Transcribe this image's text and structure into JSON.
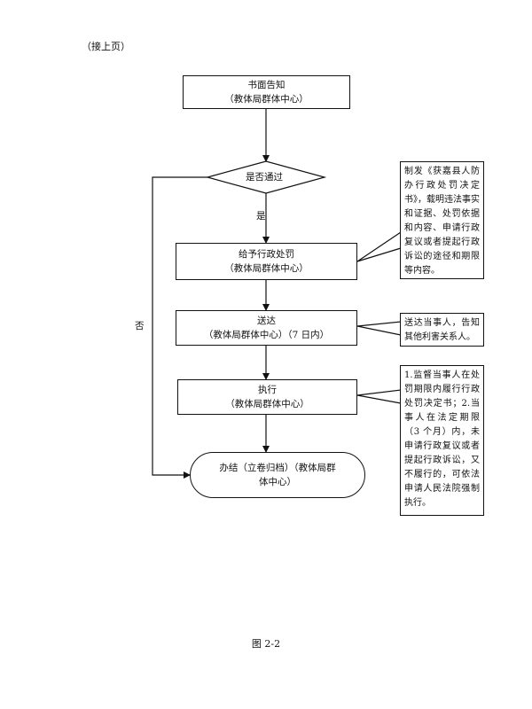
{
  "header": {
    "continued_label": "（接上页）"
  },
  "nodes": {
    "notice": {
      "title": "书面告知",
      "sub": "（教体局群体中心）"
    },
    "decision": {
      "label": "是否通过"
    },
    "penalty": {
      "title": "给予行政处罚",
      "sub": "（教体局群体中心）"
    },
    "delivery": {
      "title": "送达",
      "sub": "（教体局群体中心）（7 日内）"
    },
    "execute": {
      "title": "执行",
      "sub": "（教体局群体中心）"
    },
    "close": {
      "line1": "办结（立卷归档）（教体局群",
      "line2": "体中心）"
    }
  },
  "edges": {
    "yes_label": "是",
    "no_label": "否"
  },
  "notes": {
    "penalty_note": "制发《获嘉县人防办行政处罚决定书》，载明违法事实和证据、处罚依据和内容、申请行政复议或者提起行政诉讼的途径和期限等内容。",
    "delivery_note": "送达当事人，告知其他利害关系人。",
    "execute_note": "1.监督当事人在处罚期限内履行行政处罚决定书；2.当事人在法定期限（3 个月）内，未申请行政复议或者提起行政诉讼，又不履行的，可依法申请人民法院强制执行。"
  },
  "caption": "图 2-2"
}
